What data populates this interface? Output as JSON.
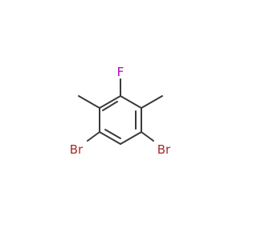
{
  "molecule": {
    "atoms": {
      "fluorine": "F",
      "bromine_left": "Br",
      "bromine_right": "Br"
    },
    "colors": {
      "fluorine": "#b000b0",
      "bromine": "#a52a2a",
      "bond": "#3a3a3a",
      "background": "#ffffff"
    }
  }
}
